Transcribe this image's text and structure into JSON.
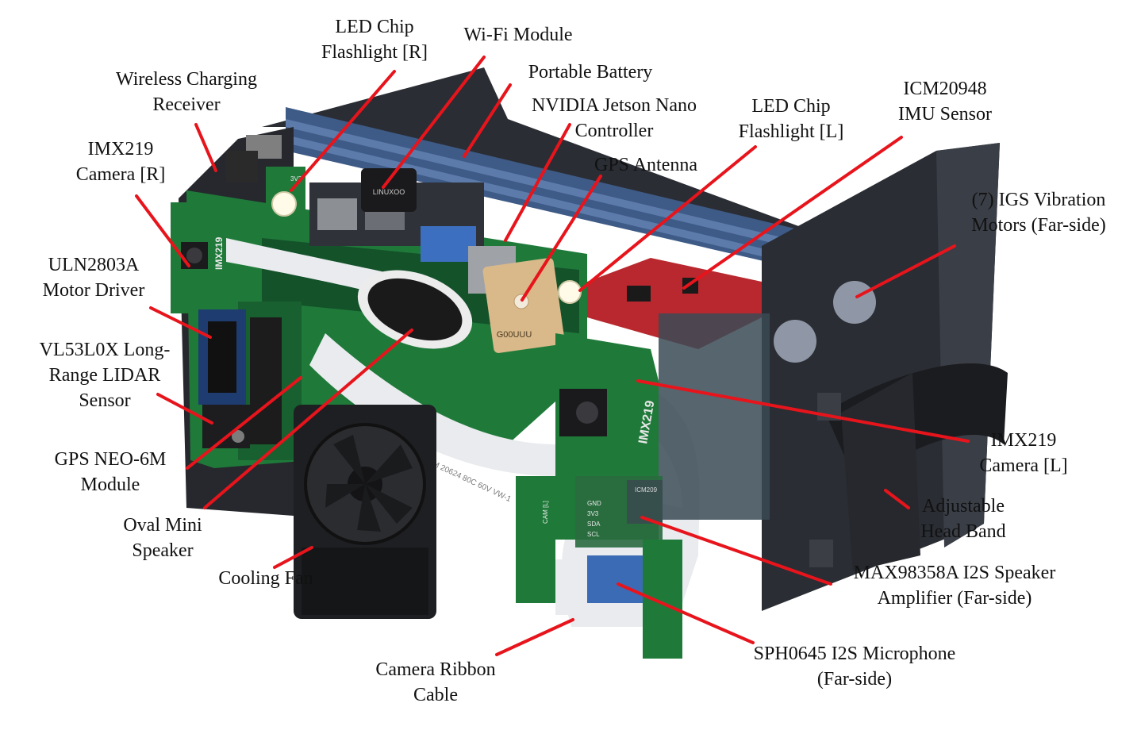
{
  "colors": {
    "leader_line": "#e8141c",
    "pcb_green": "#1f7a3a",
    "pcb_dark": "#14522a",
    "housing_black": "#2a2d33",
    "battery_blue": "#3e5a86",
    "ribbon": "#e9ebee",
    "imu_red": "#b8282e",
    "gps_tan": "#d9b98a",
    "led_white": "#fffbe8"
  },
  "labels": [
    {
      "id": "led-flashlight-r",
      "lines": [
        "LED Chip",
        "Flashlight [R]"
      ]
    },
    {
      "id": "wifi-module",
      "lines": [
        "Wi-Fi Module"
      ]
    },
    {
      "id": "portable-battery",
      "lines": [
        "Portable Battery"
      ]
    },
    {
      "id": "wireless-charging-receiver",
      "lines": [
        "Wireless Charging",
        "Receiver"
      ]
    },
    {
      "id": "jetson-nano",
      "lines": [
        "NVIDIA Jetson Nano",
        "Controller"
      ]
    },
    {
      "id": "led-flashlight-l",
      "lines": [
        "LED Chip",
        "Flashlight [L]"
      ]
    },
    {
      "id": "icm20948-imu",
      "lines": [
        "ICM20948",
        "IMU Sensor"
      ]
    },
    {
      "id": "imx219-camera-r",
      "lines": [
        "IMX219",
        "Camera [R]"
      ]
    },
    {
      "id": "gps-antenna",
      "lines": [
        "GPS Antenna"
      ]
    },
    {
      "id": "igs-vibration-motors",
      "lines": [
        "(7) IGS Vibration",
        "Motors (Far-side)"
      ]
    },
    {
      "id": "uln2803a-driver",
      "lines": [
        "ULN2803A",
        "Motor Driver"
      ]
    },
    {
      "id": "vl53l0x-lidar",
      "lines": [
        "VL53L0X Long-",
        "Range LIDAR",
        "Sensor"
      ]
    },
    {
      "id": "gps-neo6m",
      "lines": [
        "GPS NEO-6M",
        "Module"
      ]
    },
    {
      "id": "imx219-camera-l",
      "lines": [
        "IMX219",
        "Camera [L]"
      ]
    },
    {
      "id": "adjustable-head-band",
      "lines": [
        "Adjustable",
        "Head Band"
      ]
    },
    {
      "id": "oval-mini-speaker",
      "lines": [
        "Oval Mini",
        "Speaker"
      ]
    },
    {
      "id": "cooling-fan",
      "lines": [
        "Cooling Fan"
      ]
    },
    {
      "id": "max98358a-amplifier",
      "lines": [
        "MAX98358A I2S Speaker",
        "Amplifier (Far-side)"
      ]
    },
    {
      "id": "sph0645-microphone",
      "lines": [
        "SPH0645 I2S Microphone",
        "(Far-side)"
      ]
    },
    {
      "id": "camera-ribbon-cable",
      "lines": [
        "Camera Ribbon",
        "Cable"
      ]
    }
  ],
  "board_text": {
    "imx219_r": "IMX219",
    "imx219_l": "IMX219",
    "wifi_brand": "LINUXOO",
    "gps_text": "G00UUU",
    "imu_text": "ICM209",
    "ribbon_text": "AWM 20624 80C 60V VW-1",
    "pin_labels": [
      "GND",
      "3V3",
      "SDA",
      "SCL"
    ],
    "led_pin_3v3": "3V3",
    "cam_l_silk": "CAM [L]"
  }
}
